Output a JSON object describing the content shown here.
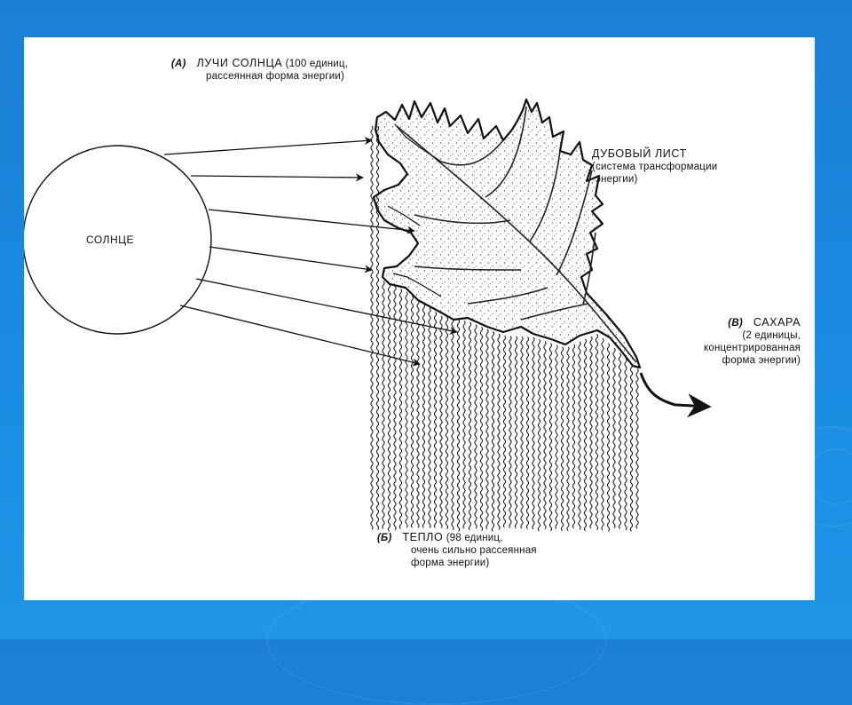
{
  "slide": {
    "background_color": "#1a85dc",
    "canvas_color": "#ffffff"
  },
  "diagram": {
    "sun_label": "СОЛНЦЕ",
    "rays": {
      "tag": "(А)",
      "title": "ЛУЧИ СОЛНЦА",
      "rest_line1": "(100 единиц,",
      "line2": "рассеянная форма энергии)"
    },
    "leaf": {
      "title": "ДУБОВЫЙ ЛИСТ",
      "line2": "(система трансформации",
      "line3": "энергии)"
    },
    "sugar": {
      "tag": "(В)",
      "title": "САХАРА",
      "line2": "(2 единицы,",
      "line3": "концентрированная",
      "line4": "форма энергии)"
    },
    "heat": {
      "tag": "(Б)",
      "title": "ТЕПЛО",
      "rest_line1": "(98 единиц,",
      "line2": "очень сильно рассеянная",
      "line3": "форма энергии)"
    },
    "ray_count": 6
  }
}
